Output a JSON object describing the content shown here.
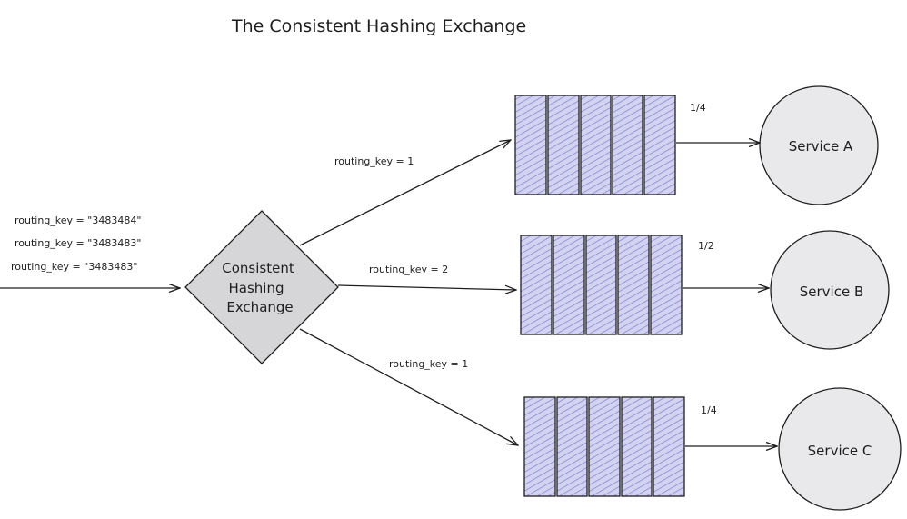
{
  "title": "The Consistent Hashing Exchange",
  "input_keys": [
    "routing_key = \"3483484\"",
    "routing_key = \"3483483\"",
    "routing_key = \"3483483\""
  ],
  "exchange": {
    "line1": "Consistent",
    "line2": "Hashing",
    "line3": "Exchange"
  },
  "bindings": [
    {
      "label": "routing_key = 1",
      "fraction": "1/4",
      "service": "Service A"
    },
    {
      "label": "routing_key = 2",
      "fraction": "1/2",
      "service": "Service B"
    },
    {
      "label": "routing_key = 1",
      "fraction": "1/4",
      "service": "Service C"
    }
  ],
  "colors": {
    "queue_fill": "#d3d3f0",
    "queue_hatch": "#7b7bd6",
    "service_fill": "#e9e9ec",
    "exchange_fill": "#d6d6d8",
    "stroke": "#1e1e1e"
  }
}
